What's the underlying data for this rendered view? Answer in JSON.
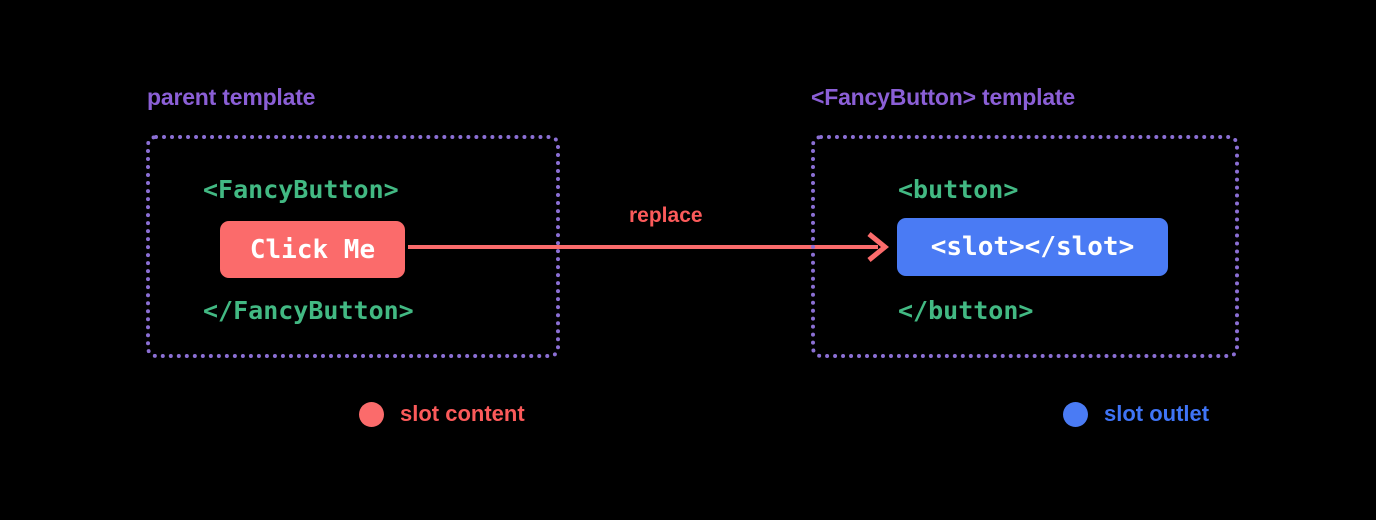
{
  "diagram": {
    "title": "Vue slot content and slot outlet diagram",
    "background": "#000000",
    "colors": {
      "heading_purple": "#8b5fd6",
      "panel_border_purple": "#8b6fd4",
      "code_green": "#42b983",
      "slot_content_red": "#fb6b6b",
      "slot_outlet_blue": "#4a7bf4",
      "chip_text": "#ffffff"
    }
  },
  "panels": {
    "parent": {
      "heading": "parent template",
      "code_open": "<FancyButton>",
      "code_close": "</FancyButton>",
      "chip_label": "Click Me"
    },
    "fancy": {
      "heading": "<FancyButton> template",
      "code_open": "<button>",
      "code_close": "</button>",
      "chip_label": "<slot></slot>"
    }
  },
  "arrow": {
    "label": "replace",
    "icon": "arrow-right-icon"
  },
  "legend": [
    {
      "label": "slot content",
      "color": "#fb6b6b",
      "dot": "red-circle-icon"
    },
    {
      "label": "slot outlet",
      "color": "#4a7bf4",
      "dot": "blue-circle-icon"
    }
  ]
}
